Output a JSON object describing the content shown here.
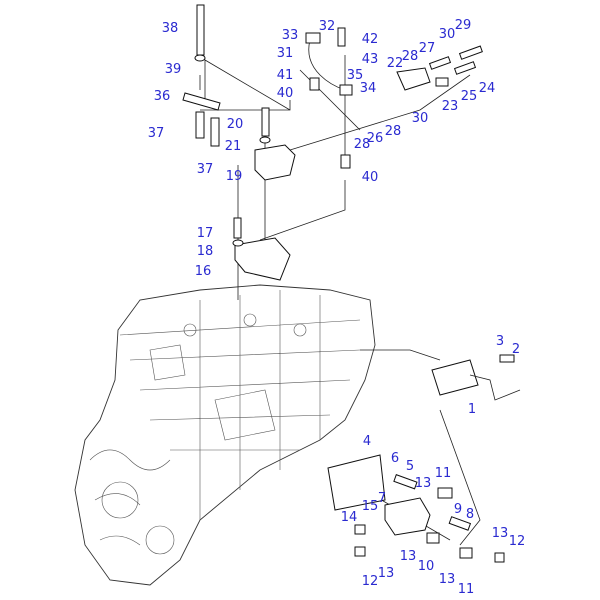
{
  "diagram": {
    "label_color": "#2a2ad0",
    "callouts": [
      "38",
      "39",
      "36",
      "37",
      "37",
      "20",
      "21",
      "19",
      "33",
      "32",
      "31",
      "41",
      "40",
      "42",
      "43",
      "35",
      "34",
      "28",
      "26",
      "28",
      "40",
      "22",
      "28",
      "27",
      "30",
      "29",
      "25",
      "24",
      "23",
      "30",
      "17",
      "18",
      "16",
      "3",
      "2",
      "1",
      "4",
      "6",
      "5",
      "11",
      "13",
      "15",
      "7",
      "14",
      "9",
      "8",
      "13",
      "12",
      "13",
      "10",
      "12",
      "13",
      "13",
      "11"
    ]
  }
}
